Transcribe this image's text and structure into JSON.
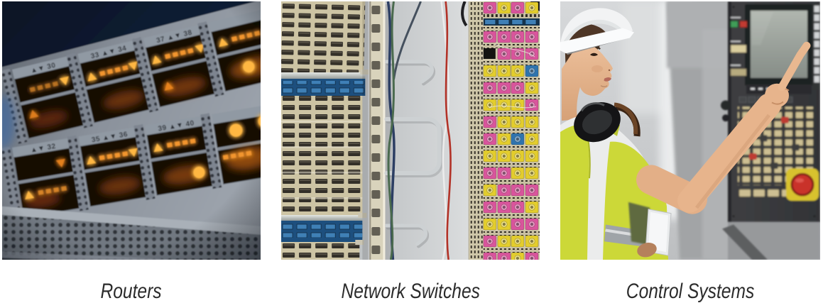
{
  "gallery": {
    "items": [
      {
        "id": "routers",
        "caption": "Routers",
        "port_labels": [
          "▲▼ 30",
          "33 ▲▼ 34",
          "37 ▲▼ 38",
          "▲▼ 32",
          "35 ▲▼ 36",
          "39 ▲▼ 40"
        ]
      },
      {
        "id": "network-switches",
        "caption": "Network Switches"
      },
      {
        "id": "control-systems",
        "caption": "Control Systems"
      }
    ]
  },
  "colors": {
    "caption_color": "#2b2b2b",
    "led_amber": "#ffb743",
    "led_deep": "#e8831c",
    "connector_pink": "#d9559c",
    "connector_yellow": "#e3cd2d",
    "connector_blue": "#2f74ae",
    "patch_blue": "#1d4f7e",
    "vest_yellow": "#ccd838",
    "estop_red": "#c9302c",
    "estop_yellow": "#d8c22e"
  }
}
